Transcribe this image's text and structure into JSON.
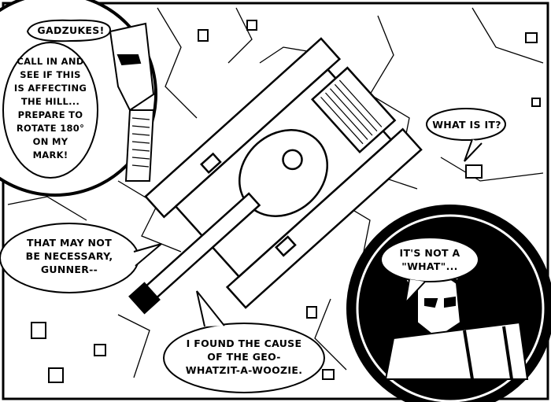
{
  "colors": {
    "ink": "#000000",
    "paper": "#ffffff"
  },
  "dialogue": {
    "gadzukes": "GADZUKES!",
    "call_in": [
      "CALL IN AND",
      "SEE IF THIS",
      "IS AFFECTING",
      "THE HILL...",
      "PREPARE TO",
      "ROTATE 180°",
      "ON MY",
      "MARK!"
    ],
    "what_is_it": "WHAT IS IT?",
    "not_necessary": [
      "THAT MAY NOT",
      "BE NECESSARY,",
      "GUNNER--"
    ],
    "found_cause": [
      "I FOUND THE CAUSE",
      "OF THE GEO-",
      "WHATZIT-A-WOOZIE."
    ],
    "not_a_what": [
      "IT'S NOT A",
      "\"WHAT\"..."
    ]
  }
}
